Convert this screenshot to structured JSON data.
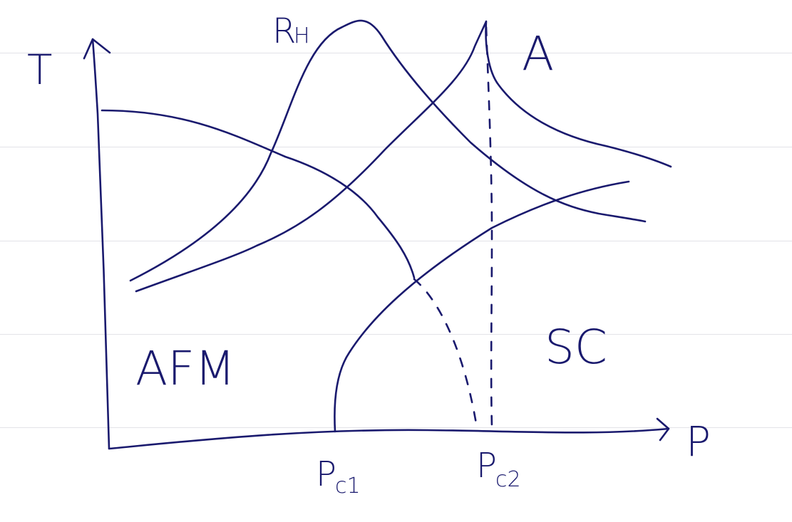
{
  "colors": {
    "ink": "#1a1a6e",
    "paper": "#ffffff",
    "ruled_line": "#e3e3e8"
  },
  "axes": {
    "y_label": "T",
    "x_label": "P"
  },
  "pressure_marks": [
    {
      "main": "P",
      "subscript": "c1"
    },
    {
      "main": "P",
      "subscript": "c2"
    }
  ],
  "regions": {
    "afm": "AFM",
    "sc": "SC"
  },
  "curves": {
    "hall": "R",
    "hall_subscript": "H",
    "a_coefficient": "A"
  }
}
